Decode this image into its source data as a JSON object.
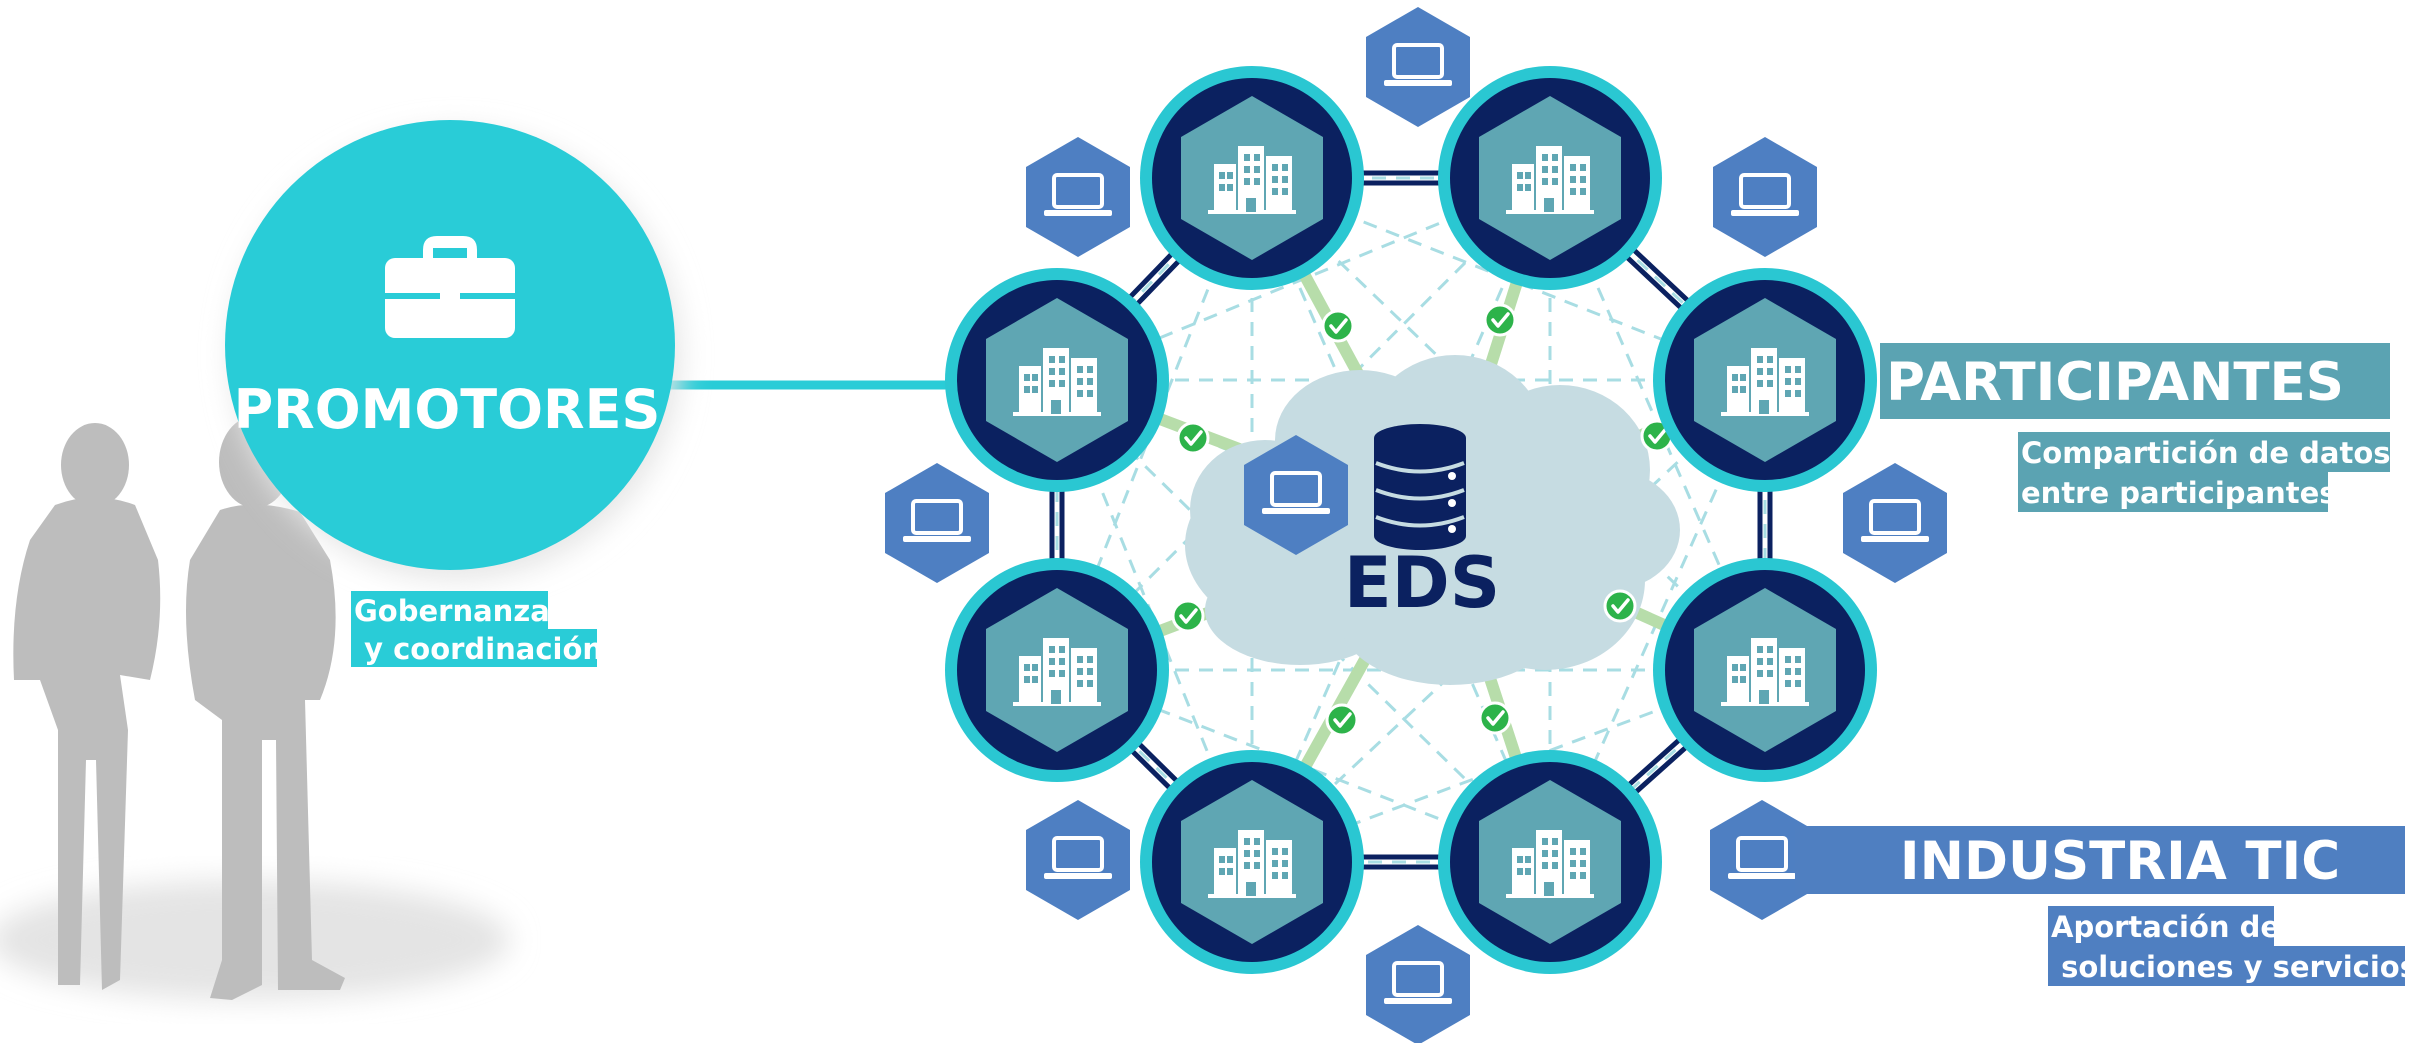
{
  "promotores": {
    "title": "PROMOTORES",
    "subtitle_line1": "Gobernanza",
    "subtitle_line2": " y coordinación",
    "icon": "briefcase-icon",
    "color": "#29CCD7"
  },
  "center": {
    "label": "EDS",
    "icon": "database-icon",
    "cloud_color": "#C6DCE2"
  },
  "participantes": {
    "title": "PARTICIPANTES",
    "line1": "Compartición de datos",
    "line2": "entre participantes",
    "color": "#5BA3B2"
  },
  "industria": {
    "title": "INDUSTRIA TIC",
    "line1": "Aportación de",
    "line2": " soluciones y servicios",
    "color": "#4F7FC1"
  },
  "colors": {
    "node_dark": "#0B2160",
    "node_ring": "#2AC7D2",
    "node_hex": "#5FA6B3",
    "laptop_hex": "#4E7FC2",
    "check": "#2DB34A",
    "link_green": "#B7DDAA",
    "mesh": "#A8DDE3",
    "figures": "#BDBDBD"
  }
}
